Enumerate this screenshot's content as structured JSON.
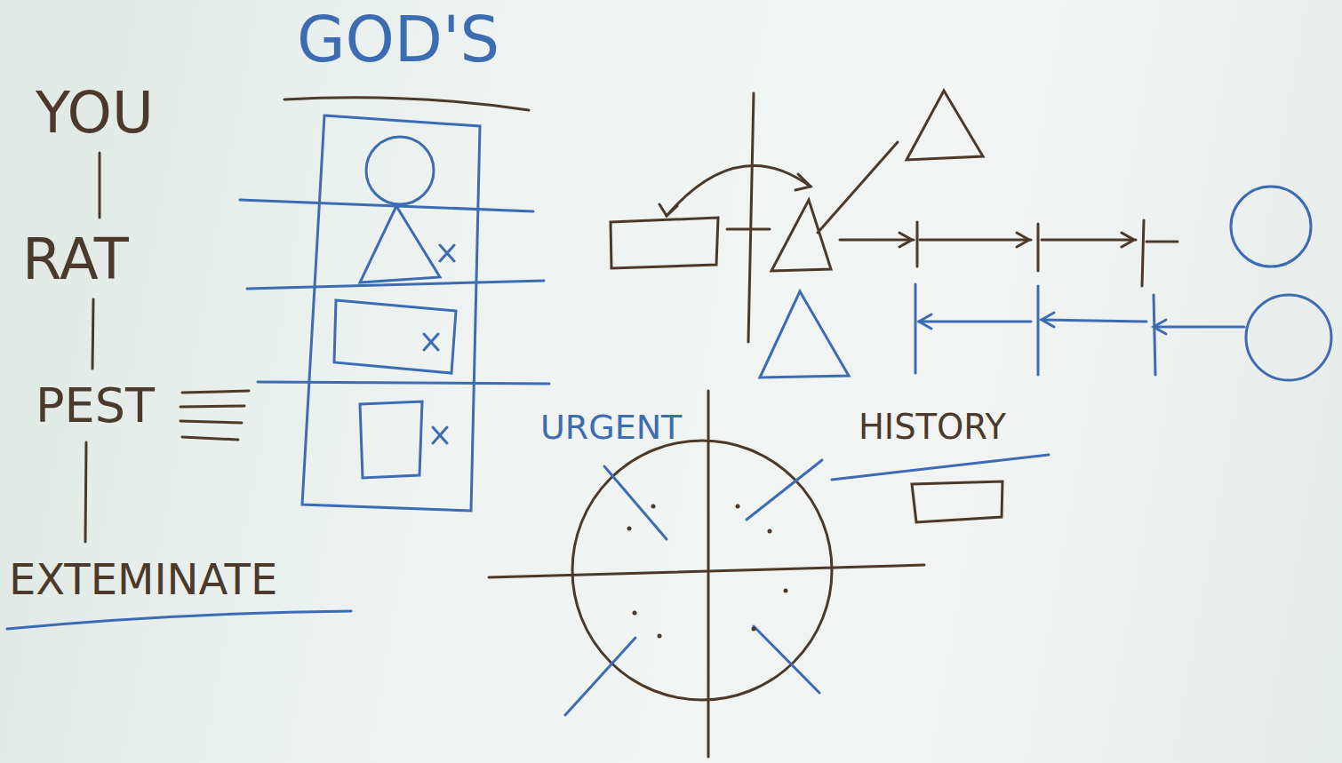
{
  "diagram": {
    "nodes": [
      {
        "text": [
          "GOD'S"
        ]
      },
      {
        "text": [
          "HISTORY"
        ]
      }
    ],
    "labels": [
      "YOU",
      "RAT",
      "PEST",
      "EXTEMINATE",
      "URGENT"
    ]
  }
}
